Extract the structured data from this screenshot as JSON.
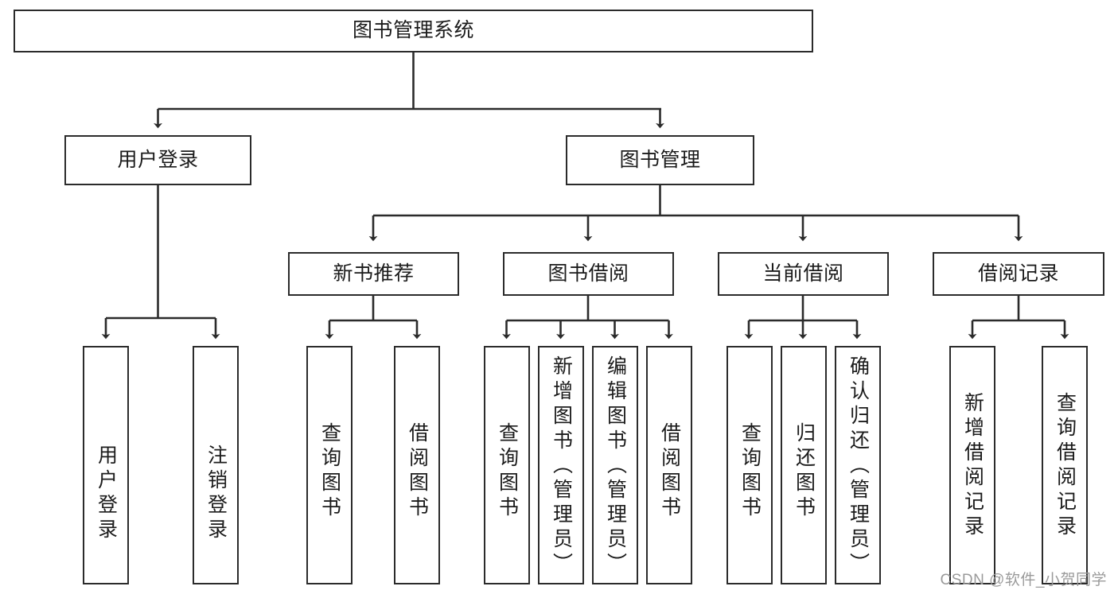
{
  "diagram": {
    "title": "图书管理系统",
    "type": "tree-hierarchy-chart",
    "watermark": "CSDN @软件_小贺同学",
    "colors": {
      "box_border": "#2b2b2b",
      "box_fill": "#ffffff",
      "edge": "#2b2b2b",
      "text": "#1b1b1b",
      "watermark": "#9a9a9a"
    },
    "root": {
      "label": "图书管理系统"
    },
    "level2": [
      {
        "label": "用户登录"
      },
      {
        "label": "图书管理"
      }
    ],
    "level3": [
      {
        "label": "新书推荐"
      },
      {
        "label": "图书借阅"
      },
      {
        "label": "当前借阅"
      },
      {
        "label": "借阅记录"
      }
    ],
    "leaves": {
      "user_login": [
        {
          "label": "用户登录"
        },
        {
          "label": "注销登录"
        }
      ],
      "new_book_recommend": [
        {
          "label": "查询图书"
        },
        {
          "label": "借阅图书"
        }
      ],
      "book_borrow": [
        {
          "label": "查询图书"
        },
        {
          "label": "新增图书（管理员）"
        },
        {
          "label": "编辑图书（管理员）"
        },
        {
          "label": "借阅图书"
        }
      ],
      "current_borrow": [
        {
          "label": "查询图书"
        },
        {
          "label": "归还图书"
        },
        {
          "label": "确认归还（管理员）"
        }
      ],
      "borrow_record": [
        {
          "label": "新增借阅记录"
        },
        {
          "label": "查询借阅记录"
        }
      ]
    }
  }
}
